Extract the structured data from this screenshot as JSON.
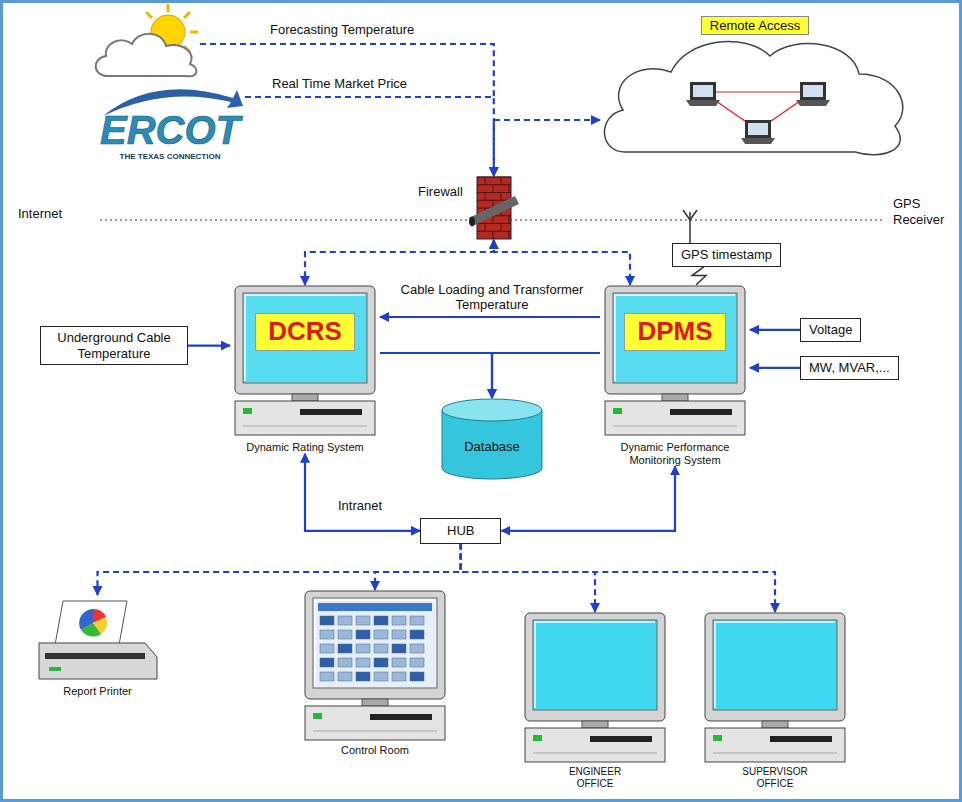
{
  "diagram": {
    "nodes": [
      {
        "text": [
          "Remote Access"
        ]
      },
      {
        "text": [
          "ERCOT",
          "THE TEXAS CONNECTION"
        ]
      },
      {
        "text": [
          "Firewall"
        ]
      },
      {
        "text": [
          "GPS timestamp"
        ]
      },
      {
        "text": [
          "Underground Cable Temperature"
        ]
      },
      {
        "text": [
          "DCRS",
          "Dynamic Rating System"
        ]
      },
      {
        "text": [
          "DPMS",
          "Dynamic Performance Monitoring System"
        ]
      },
      {
        "text": [
          "Voltage"
        ]
      },
      {
        "text": [
          "MW, MVAR,..."
        ]
      },
      {
        "text": [
          "Database"
        ]
      },
      {
        "text": [
          "HUB"
        ]
      },
      {
        "text": [
          "Report Printer"
        ]
      },
      {
        "text": [
          "Control Room"
        ]
      },
      {
        "text": [
          "ENGINEER OFFICE"
        ]
      },
      {
        "text": [
          "SUPERVISOR OFFICE"
        ]
      }
    ],
    "edges": [
      {
        "from": 1,
        "to": 2,
        "arrow": "to",
        "label": "Real Time Market Price"
      },
      {
        "from": 0,
        "to": 2,
        "arrow": "both"
      },
      {
        "from": 2,
        "to": 5,
        "arrow": "both"
      },
      {
        "from": 2,
        "to": 6,
        "arrow": "both"
      },
      {
        "from": 3,
        "to": 6,
        "arrow": "none"
      },
      {
        "from": 6,
        "to": 5,
        "arrow": "to",
        "label": "Cable Loading and Transformer Temperature"
      },
      {
        "from": 4,
        "to": 5,
        "arrow": "to"
      },
      {
        "from": 7,
        "to": 6,
        "arrow": "to"
      },
      {
        "from": 8,
        "to": 6,
        "arrow": "to"
      },
      {
        "from": 5,
        "to": 9,
        "arrow": "to"
      },
      {
        "from": 6,
        "to": 9,
        "arrow": "to"
      },
      {
        "from": 5,
        "to": 10,
        "arrow": "both"
      },
      {
        "from": 6,
        "to": 10,
        "arrow": "both"
      },
      {
        "from": 10,
        "to": 11,
        "arrow": "to"
      },
      {
        "from": 10,
        "to": 12,
        "arrow": "to"
      },
      {
        "from": 10,
        "to": 13,
        "arrow": "to"
      },
      {
        "from": 10,
        "to": 14,
        "arrow": "to"
      }
    ],
    "labels": [
      "Forecasting Temperature",
      "Internet",
      "GPS Receiver",
      "Intranet"
    ]
  }
}
